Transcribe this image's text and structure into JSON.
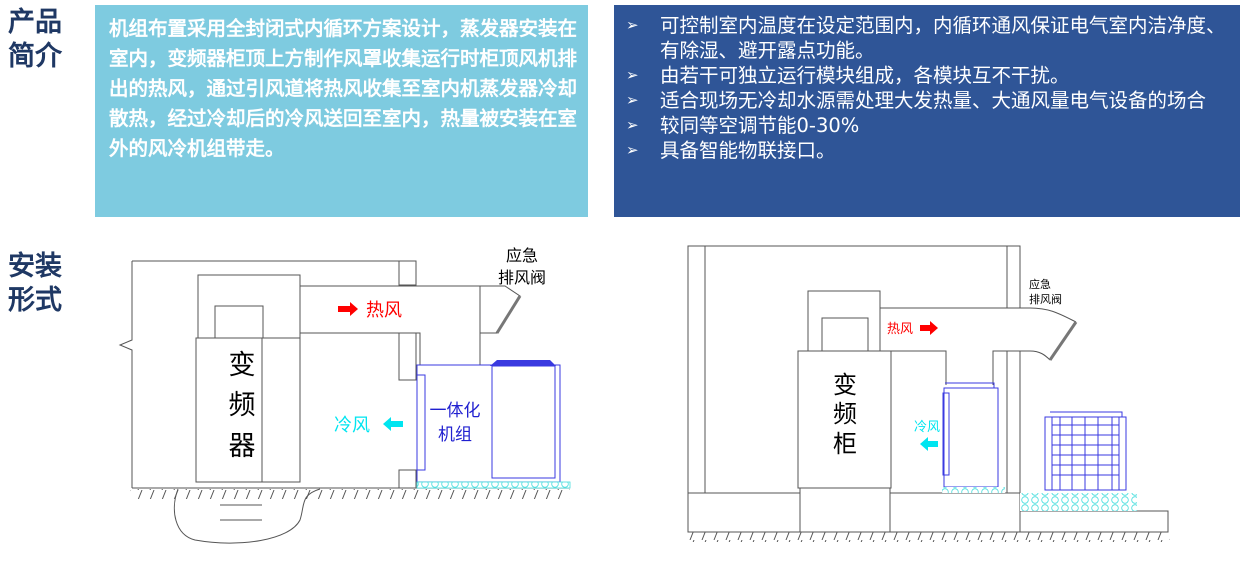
{
  "headings": {
    "intro": "产品简介",
    "install": "安装形式"
  },
  "intro_text": "机组布置采用全封闭式内循环方案设计，蒸发器安装在室内，变频器柜顶上方制作风罩收集运行时柜顶风机排出的热风，通过引风道将热风收集至室内机蒸发器冷却散热，经过冷却后的冷风送回至室内，热量被安装在室外的风冷机组带走。",
  "features": [
    "可控制室内温度在设定范围内，内循环通风保证电气室内洁净度、有除湿、避开露点功能。",
    "由若干可独立运行模块组成，各模块互不干扰。",
    "适合现场无冷却水源需处理大发热量、大通风量电气设备的场合",
    "较同等空调节能0-30%",
    "具备智能物联接口。"
  ],
  "bullet_icon": "arrow-bullet-icon",
  "diagram_left": {
    "cabinet": [
      "变",
      "频",
      "器"
    ],
    "hot_air": "热风",
    "cold_air": "冷风",
    "unit": [
      "一体化",
      "机组"
    ],
    "valve": [
      "应急",
      "排风阀"
    ]
  },
  "diagram_right": {
    "cabinet": [
      "变",
      "频",
      "柜"
    ],
    "hot_air": "热风",
    "cold_air": "冷风",
    "valve": [
      "应急",
      "排风阀"
    ]
  },
  "colors": {
    "heading": "#1f3864",
    "intro_bg": "#7ecbe0",
    "features_bg": "#2f5597",
    "hot": "#ff0000",
    "cold": "#00e5f0",
    "unit": "#3a3ae0"
  }
}
